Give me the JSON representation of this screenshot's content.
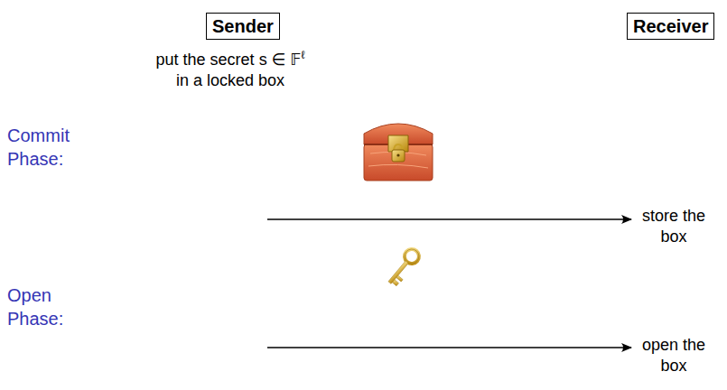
{
  "diagram": {
    "nodes": [
      {
        "text": [
          "Sender"
        ]
      },
      {
        "text": [
          "Receiver"
        ]
      }
    ],
    "labels": [
      "Commit Phase:",
      "put the secret s ∈ 𝔽ℓ in a locked box",
      "store the box",
      "Open Phase:",
      "open the box"
    ]
  }
}
